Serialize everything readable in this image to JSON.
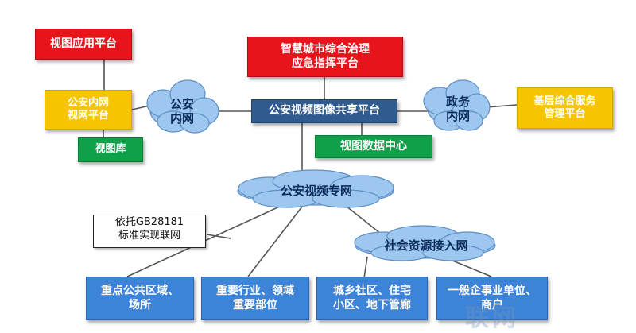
{
  "diagram": {
    "top_left_platform": "视图应用平台",
    "center_top_platform": "智慧城市综合治理\n应急指挥平台",
    "left_platform": "公安内网\n视网平台",
    "left_cloud": "公安\n内网",
    "center_platform": "公安视频图像共享平台",
    "right_cloud": "政务\n内网",
    "right_platform": "基层综合服务\n管理平台",
    "view_library": "视图库",
    "data_center": "视图数据中心",
    "center_cloud": "公安视频专网",
    "social_cloud": "社会资源接入网",
    "callout": "依托GB28181\n标准实现联网",
    "bottom_boxes": [
      "重点公共区域、\n场所",
      "重要行业、领域\n重要部位",
      "城乡社区、住宅\n小区、地下管廊",
      "一般企事业单位、\n商户"
    ],
    "watermark": "联网"
  },
  "colors": {
    "red": "#e8141b",
    "yellow": "#f6c400",
    "green": "#11a04a",
    "navy": "#2f5b8f",
    "blue": "#3d83d8",
    "cloud": "#9ec7ef"
  }
}
